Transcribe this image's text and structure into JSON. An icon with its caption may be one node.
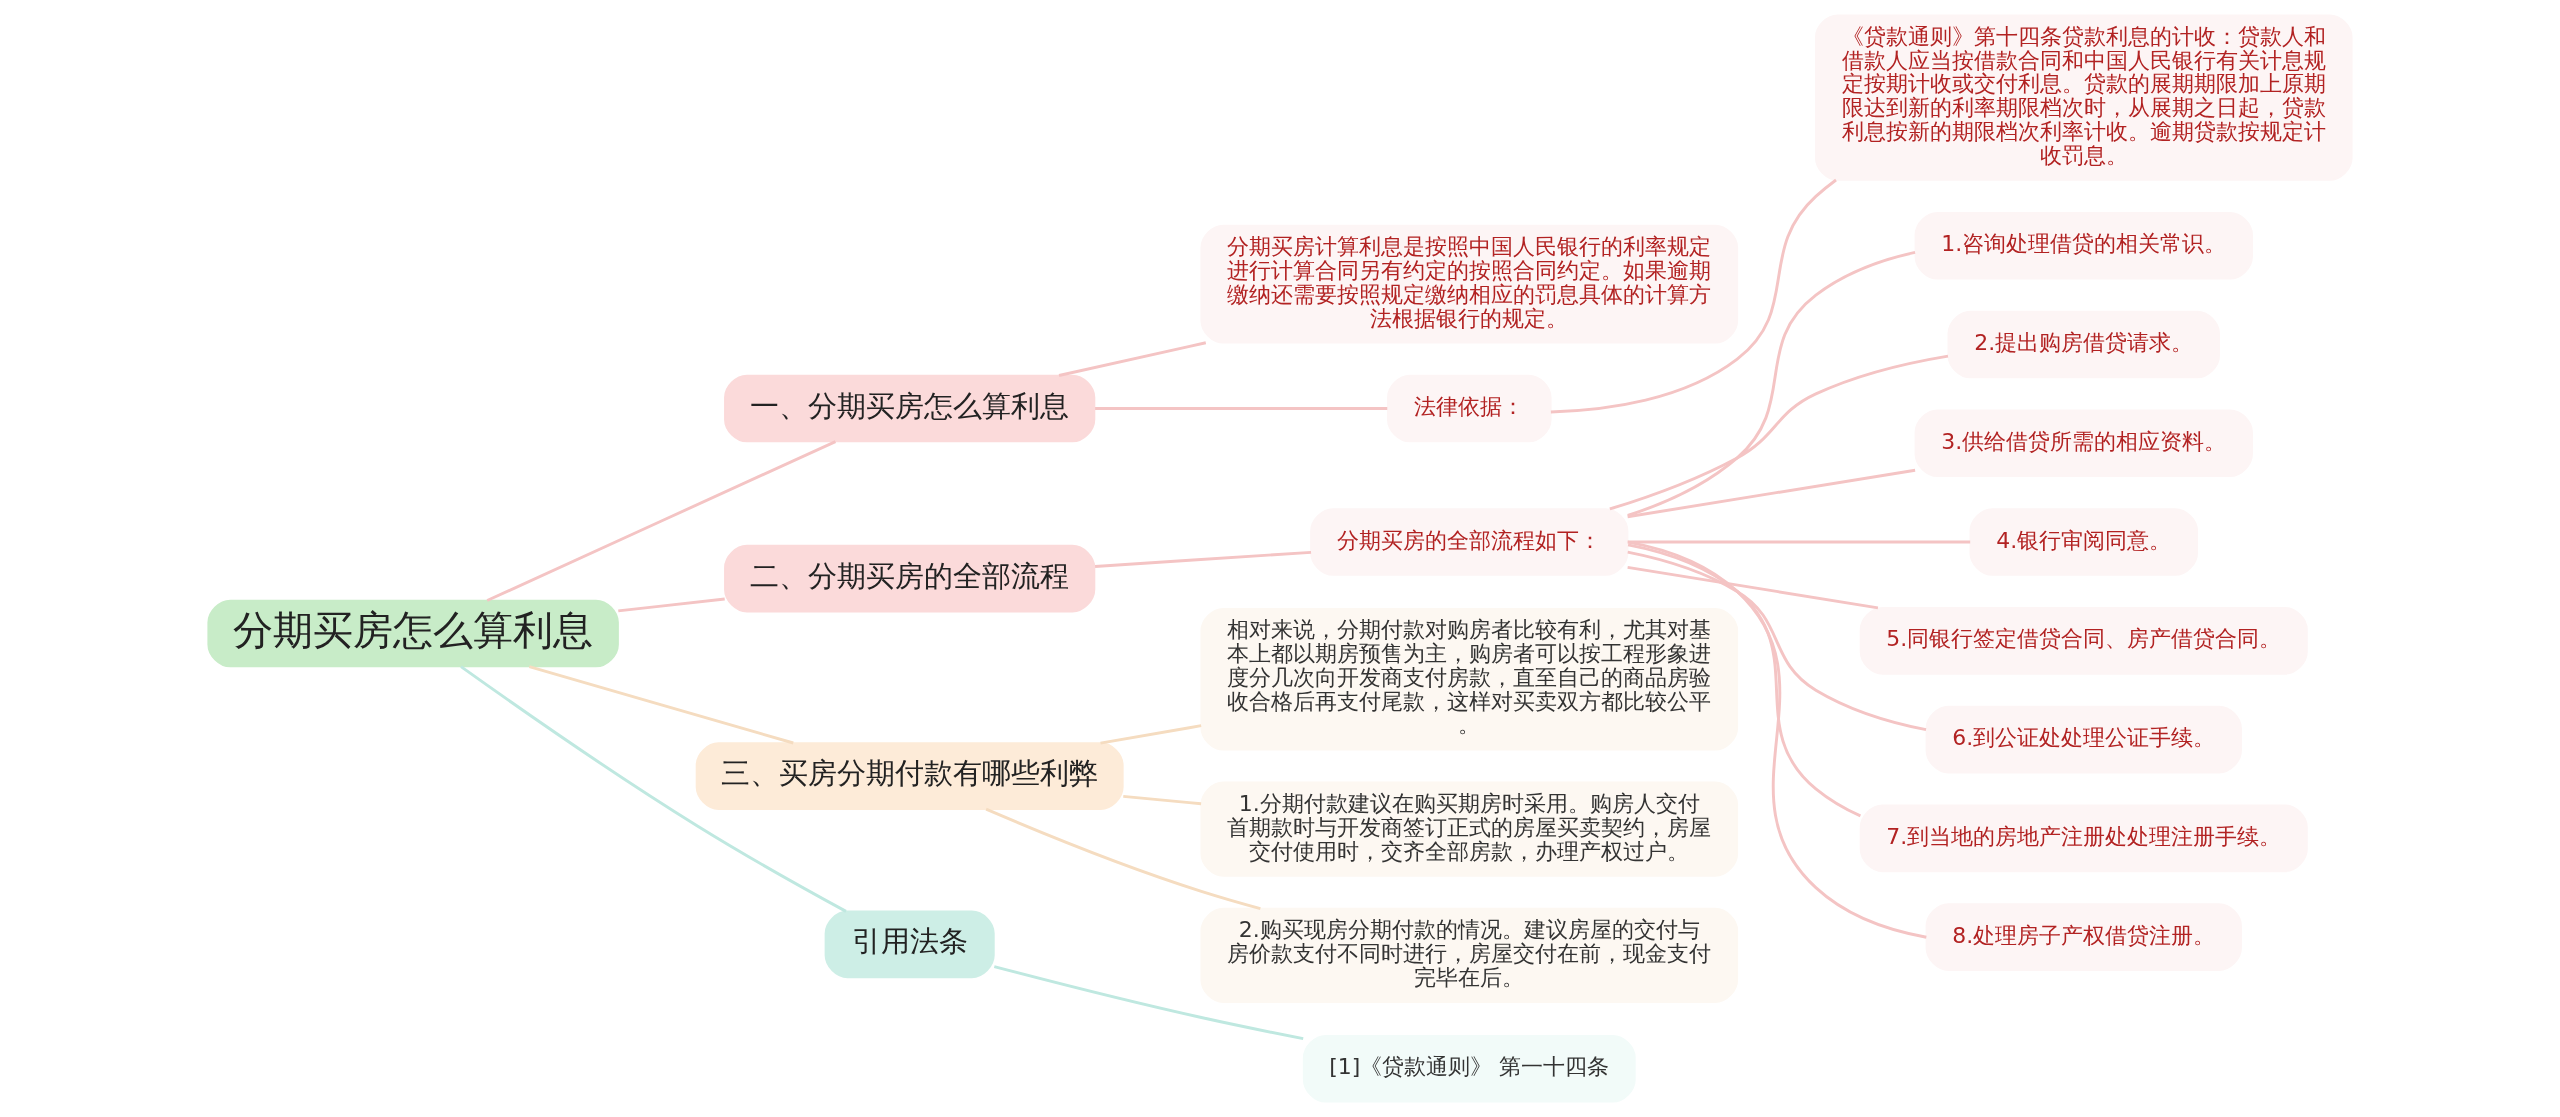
{
  "diagram": {
    "nodes": [
      {
        "text": [
          "分期买房怎么算利息"
        ]
      },
      {
        "text": [
          "一、分期买房怎么算利息"
        ]
      },
      {
        "text": [
          "分期买房计算利息是按照中国人民银行的利率规定进行计算合同另有约定的按照合同约定。如果逾期缴纳还需要按照规定缴纳相应的罚息具体的计算方法根据银行的规定。"
        ]
      },
      {
        "text": [
          "法律依据："
        ]
      },
      {
        "text": [
          "《贷款通则》第十四条贷款利息的计收：贷款人和借款人应当按借款合同和中国人民银行有关计息规定按期计收或交付利息。贷款的展期期限加上原期限达到新的利率期限档次时，从展期之日起，贷款利息按新的期限档次利率计收。逾期贷款按规定计收罚息。"
        ]
      },
      {
        "text": [
          "二、分期买房的全部流程"
        ]
      },
      {
        "text": [
          "分期买房的全部流程如下："
        ]
      },
      {
        "text": [
          "1.咨询处理借贷的相关常识。"
        ]
      },
      {
        "text": [
          "2.提出购房借贷请求。"
        ]
      },
      {
        "text": [
          "3.供给借贷所需的相应资料。"
        ]
      },
      {
        "text": [
          "4.银行审阅同意。"
        ]
      },
      {
        "text": [
          "5.同银行签定借贷合同、房产借贷合同。"
        ]
      },
      {
        "text": [
          "6.到公证处处理公证手续。"
        ]
      },
      {
        "text": [
          "7.到当地的房地产注册处处理注册手续。"
        ]
      },
      {
        "text": [
          "8.处理房子产权借贷注册。"
        ]
      },
      {
        "text": [
          "三、买房分期付款有哪些利弊"
        ]
      },
      {
        "text": [
          "相对来说，分期付款对购房者比较有利，尤其对基本上都以期房预售为主，购房者可以按工程形象进度分几次向开发商支付房款，直至自己的商品房验收合格后再支付尾款，这样对买卖双方都比较公平。"
        ]
      },
      {
        "text": [
          "1.分期付款建议在购买期房时采用。购房人交付首期款时与开发商签订正式的房屋买卖契约，房屋交付使用时，交齐全部房款，办理产权过户。"
        ]
      },
      {
        "text": [
          "2.购买现房分期付款的情况。建议房屋的交付与房价款支付不同时进行，房屋交付在前，现金支付完毕在后。"
        ]
      },
      {
        "text": [
          "引用法条"
        ]
      },
      {
        "text": [
          "[1]《贷款通则》 第一十四条"
        ]
      }
    ],
    "edges": [
      {
        "from": 0,
        "to": 1,
        "arrow": "none"
      },
      {
        "from": 1,
        "to": 2,
        "arrow": "none"
      },
      {
        "from": 1,
        "to": 3,
        "arrow": "none"
      },
      {
        "from": 3,
        "to": 4,
        "arrow": "none"
      },
      {
        "from": 0,
        "to": 5,
        "arrow": "none"
      },
      {
        "from": 5,
        "to": 6,
        "arrow": "none"
      },
      {
        "from": 6,
        "to": 7,
        "arrow": "none"
      },
      {
        "from": 6,
        "to": 8,
        "arrow": "none"
      },
      {
        "from": 6,
        "to": 9,
        "arrow": "none"
      },
      {
        "from": 6,
        "to": 10,
        "arrow": "none"
      },
      {
        "from": 6,
        "to": 11,
        "arrow": "none"
      },
      {
        "from": 6,
        "to": 12,
        "arrow": "none"
      },
      {
        "from": 6,
        "to": 13,
        "arrow": "none"
      },
      {
        "from": 6,
        "to": 14,
        "arrow": "none"
      },
      {
        "from": 0,
        "to": 15,
        "arrow": "none",
        "color": "#f5dcc0"
      },
      {
        "from": 15,
        "to": 16,
        "arrow": "none",
        "color": "#f5dcc0"
      },
      {
        "from": 15,
        "to": 17,
        "arrow": "none",
        "color": "#f5dcc0"
      },
      {
        "from": 15,
        "to": 18,
        "arrow": "none",
        "color": "#f5dcc0"
      },
      {
        "from": 0,
        "to": 19,
        "arrow": "none",
        "color": "#bfe8e0"
      },
      {
        "from": 19,
        "to": 20,
        "arrow": "none",
        "color": "#bfe8e0"
      }
    ]
  }
}
